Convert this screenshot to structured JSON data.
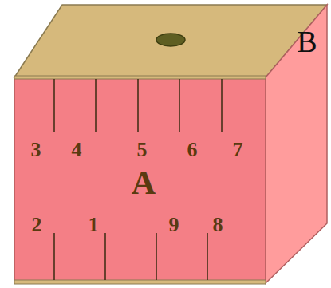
{
  "diagram": {
    "labels": [
      "3",
      "4",
      "5",
      "6",
      "7",
      "A",
      "2",
      "1",
      "9",
      "8",
      "B"
    ]
  }
}
